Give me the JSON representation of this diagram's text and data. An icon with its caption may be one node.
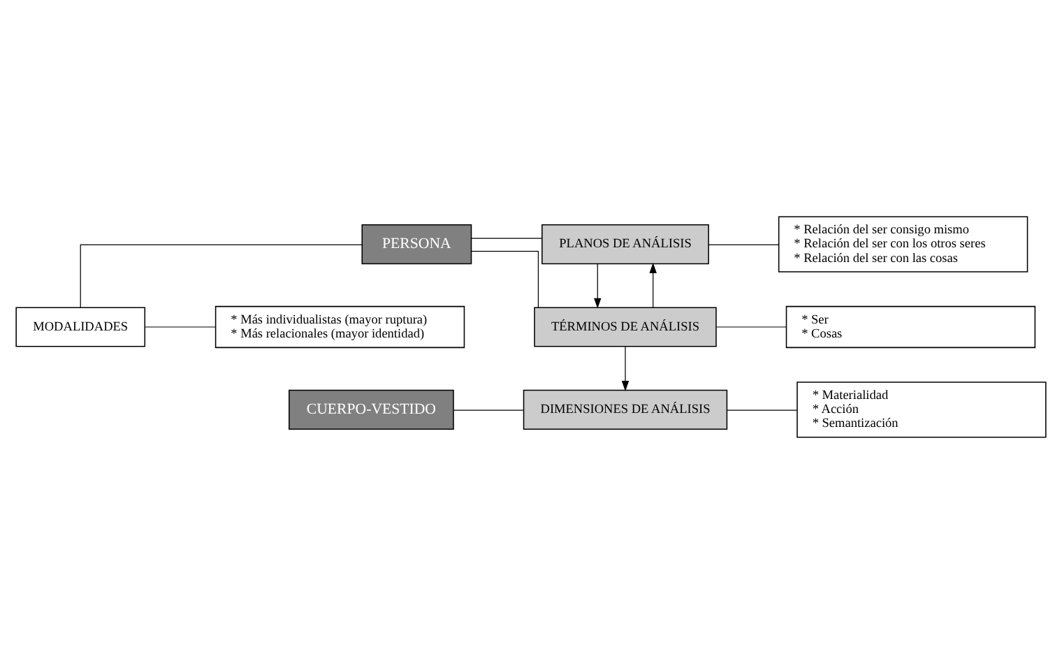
{
  "diagram": {
    "nodes": [
      {
        "text": [
          "MODALIDADES"
        ]
      },
      {
        "text": [
          "* Más individualistas (mayor ruptura)",
          "* Más relacionales (mayor identidad)"
        ]
      },
      {
        "text": [
          "PERSONA"
        ]
      },
      {
        "text": [
          "PLANOS DE ANÁLISIS"
        ]
      },
      {
        "text": [
          "* Relación del ser consigo mismo",
          "* Relación del ser con los otros seres",
          "* Relación del ser con las cosas"
        ]
      },
      {
        "text": [
          "TÉRMINOS DE ANÁLISIS"
        ]
      },
      {
        "text": [
          "* Ser",
          "* Cosas"
        ]
      },
      {
        "text": [
          "CUERPO-VESTIDO"
        ]
      },
      {
        "text": [
          "DIMENSIONES DE ANÁLISIS"
        ]
      },
      {
        "text": [
          "* Materialidad",
          "* Acción",
          "* Semantización"
        ]
      }
    ],
    "edges": [
      {
        "from": 2,
        "to": 0,
        "arrow": "none"
      },
      {
        "from": 2,
        "to": 3,
        "arrow": "none"
      },
      {
        "from": 2,
        "to": 5,
        "arrow": "none"
      },
      {
        "from": 0,
        "to": 1,
        "arrow": "none"
      },
      {
        "from": 3,
        "to": 4,
        "arrow": "none"
      },
      {
        "from": 5,
        "to": 6,
        "arrow": "none"
      },
      {
        "from": 3,
        "to": 5,
        "arrow": "to"
      },
      {
        "from": 5,
        "to": 3,
        "arrow": "to"
      },
      {
        "from": 5,
        "to": 8,
        "arrow": "to"
      },
      {
        "from": 7,
        "to": 8,
        "arrow": "none"
      },
      {
        "from": 8,
        "to": 9,
        "arrow": "none"
      }
    ]
  }
}
